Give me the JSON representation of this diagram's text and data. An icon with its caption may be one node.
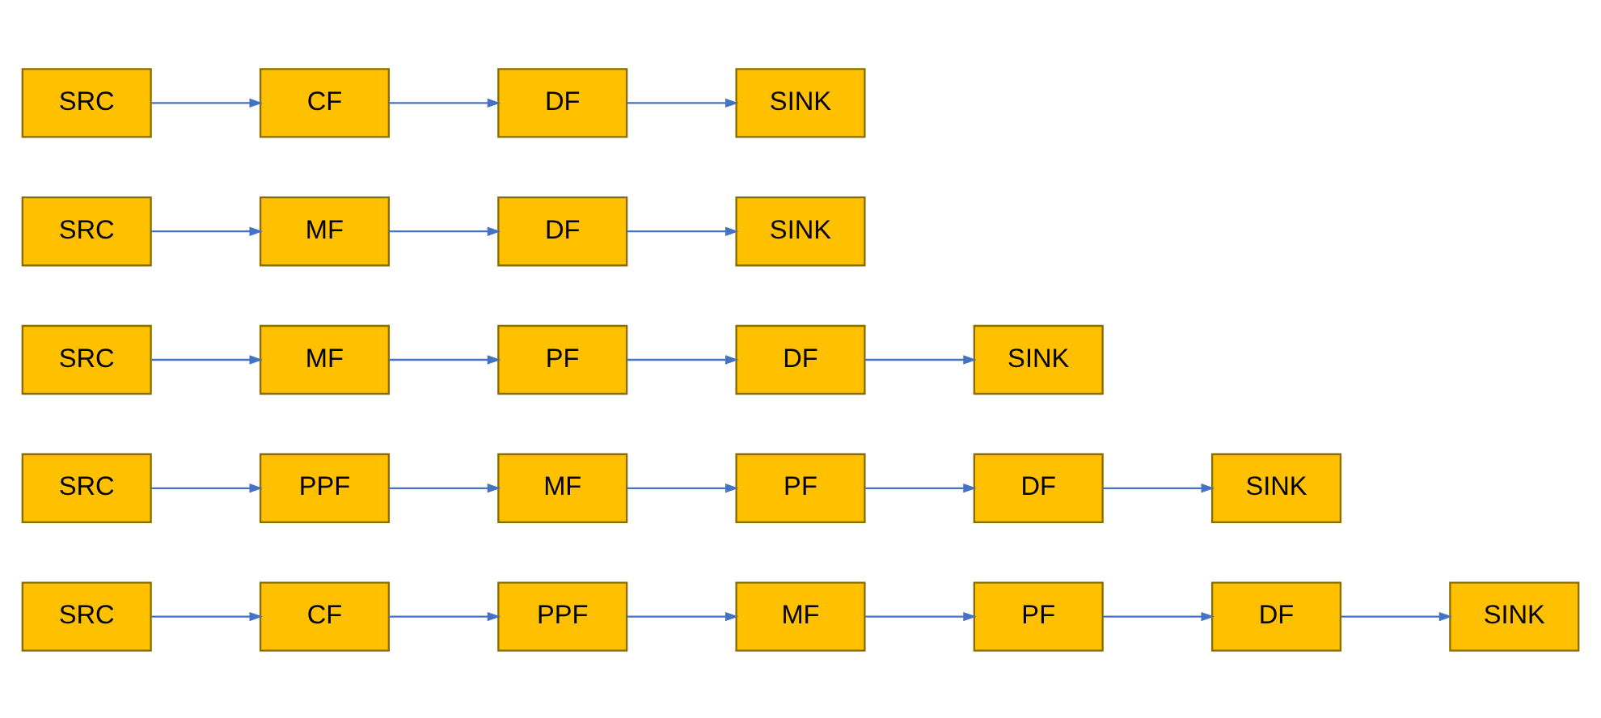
{
  "diagram": {
    "nodes": [
      {
        "text": [
          "SRC"
        ]
      },
      {
        "text": [
          "CF"
        ]
      },
      {
        "text": [
          "PPF"
        ]
      },
      {
        "text": [
          "MF"
        ]
      },
      {
        "text": [
          "PF"
        ]
      },
      {
        "text": [
          "DF"
        ]
      },
      {
        "text": [
          "SINK"
        ]
      },
      {
        "text": [
          "SRC"
        ]
      },
      {
        "text": [
          "PPF"
        ]
      },
      {
        "text": [
          "MF"
        ]
      },
      {
        "text": [
          "PF"
        ]
      },
      {
        "text": [
          "DF"
        ]
      },
      {
        "text": [
          "SINK"
        ]
      },
      {
        "text": [
          "SRC"
        ]
      },
      {
        "text": [
          "MF"
        ]
      },
      {
        "text": [
          "PF"
        ]
      },
      {
        "text": [
          "DF"
        ]
      },
      {
        "text": [
          "SINK"
        ]
      },
      {
        "text": [
          "SRC"
        ]
      },
      {
        "text": [
          "MF"
        ]
      },
      {
        "text": [
          "DF"
        ]
      },
      {
        "text": [
          "SINK"
        ]
      },
      {
        "text": [
          "SRC"
        ]
      },
      {
        "text": [
          "CF"
        ]
      },
      {
        "text": [
          "DF"
        ]
      },
      {
        "text": [
          "SINK"
        ]
      }
    ],
    "edges": [
      {
        "from": 0,
        "to": 1,
        "arrow": "to"
      },
      {
        "from": 1,
        "to": 2,
        "arrow": "to"
      },
      {
        "from": 2,
        "to": 3,
        "arrow": "to"
      },
      {
        "from": 3,
        "to": 4,
        "arrow": "to"
      },
      {
        "from": 4,
        "to": 5,
        "arrow": "to"
      },
      {
        "from": 5,
        "to": 6,
        "arrow": "to"
      },
      {
        "from": 7,
        "to": 8,
        "arrow": "to"
      },
      {
        "from": 8,
        "to": 9,
        "arrow": "to"
      },
      {
        "from": 9,
        "to": 10,
        "arrow": "to"
      },
      {
        "from": 10,
        "to": 11,
        "arrow": "to"
      },
      {
        "from": 11,
        "to": 12,
        "arrow": "to"
      },
      {
        "from": 13,
        "to": 14,
        "arrow": "to"
      },
      {
        "from": 14,
        "to": 15,
        "arrow": "to"
      },
      {
        "from": 15,
        "to": 16,
        "arrow": "to"
      },
      {
        "from": 16,
        "to": 17,
        "arrow": "to"
      },
      {
        "from": 18,
        "to": 19,
        "arrow": "to"
      },
      {
        "from": 19,
        "to": 20,
        "arrow": "to"
      },
      {
        "from": 20,
        "to": 21,
        "arrow": "to"
      },
      {
        "from": 22,
        "to": 23,
        "arrow": "to"
      },
      {
        "from": 23,
        "to": 24,
        "arrow": "to"
      },
      {
        "from": 24,
        "to": 25,
        "arrow": "to"
      }
    ]
  }
}
